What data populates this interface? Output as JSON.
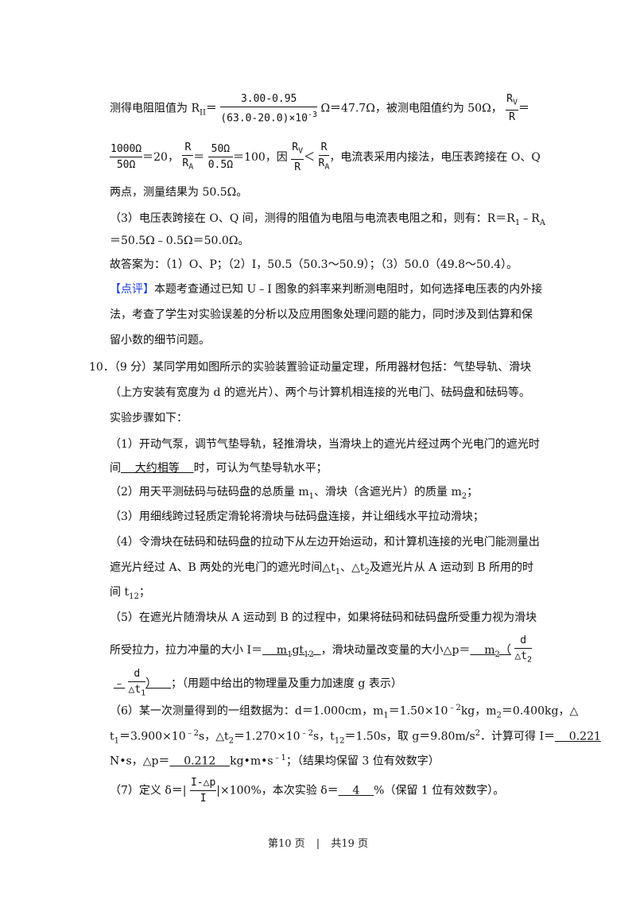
{
  "l1": {
    "pre": "测得电阻阻值为 R",
    "sub": "II",
    "eq": "＝",
    "num": "3.00-0.95",
    "den_a": "(63.0-20.0)×10",
    "den_exp": "-3",
    "post": "Ω＝47.7Ω，被测电阻值约为 50Ω，",
    "rv_num": "R",
    "rv_sub": "V",
    "rv_den": "R",
    "tail": "＝"
  },
  "l2": {
    "f1_num": "1000Ω",
    "f1_den": "50Ω",
    "a": "＝20，",
    "f2_num": "R",
    "f2_den": "R",
    "f2_den_sub": "A",
    "b": "＝",
    "f3_num": "50Ω",
    "f3_den": "0.5Ω",
    "c": "＝100，因",
    "f4_num": "R",
    "f4_num_sub": "V",
    "f4_den": "R",
    "lt": "＜",
    "f5_num": "R",
    "f5_den": "R",
    "f5_den_sub": "A",
    "d": "，电流表采用内接法，电压表跨接在 O、Q"
  },
  "l3": "两点，测量结果为 50.5Ω。",
  "l4": {
    "a": "（3）电压表跨接在 O、Q 间，测得的阻值为电阻与电流表电阻之和，则有：R＝R",
    "s1": "1",
    "b": "﹣R",
    "s2": "A"
  },
  "l5": "＝50.5Ω﹣0.5Ω＝50.0Ω。",
  "l6": "故答案为：（1）O、P；（2）Ⅰ，50.5（50.3～50.9）；（3）50.0（49.8～50.4）。",
  "l7": {
    "tag": "【点评】",
    "text": "本题考查通过已知 U﹣I 图象的斜率来判断测电阻时，如何选择电压表的内外接"
  },
  "l8": "法，考查了学生对实验误差的分析以及应用图象处理问题的能力，同时涉及到估算和保",
  "l9": "留小数的细节问题。",
  "l10": "10．（9 分）某同学用如图所示的实验装置验证动量定理，所用器材包括：气垫导轨、滑块",
  "l11": "（上方安装有宽度为 d 的遮光片）、两个与计算机相连接的光电门、砝码盘和砝码等。",
  "l12": "实验步骤如下：",
  "l13": "（1）开动气泵，调节气垫导轨，轻推滑块，当滑块上的遮光片经过两个光电门的遮光时",
  "l14": {
    "a": "间",
    "ans": "    大约相等    ",
    "b": "时，可认为气垫导轨水平；"
  },
  "l15": {
    "a": "（2）用天平测砝码与砝码盘的总质量 m",
    "s1": "1",
    "b": "、滑块（含遮光片）的质量 m",
    "s2": "2",
    "c": "；"
  },
  "l16": "（3）用细线跨过轻质定滑轮将滑块与砝码盘连接，并让细线水平拉动滑块；",
  "l17": "（4）令滑块在砝码和砝码盘的拉动下从左边开始运动，和计算机连接的光电门能测量出",
  "l18": {
    "a": "遮光片经过 A、B 两处的光电门的遮光时间△t",
    "s1": "1",
    "b": "、△t",
    "s2": "2",
    "c": "及遮光片从 A 运动到 B 所用的时"
  },
  "l19": {
    "a": "间 t",
    "s1": "12",
    "b": "；"
  },
  "l20": "（5）在遮光片随滑块从 A 运动到 B 的过程中，如果将砝码和砝码盘所受重力视为滑块",
  "l21": {
    "a": "所受拉力，拉力冲量的大小 I＝",
    "ans_a": "    m",
    "ans_s1": "1",
    "ans_b": "gt",
    "ans_s2": "12",
    "ans_c": "  ",
    "b": "，滑块动量改变量的大小△p＝",
    "ans2_a": "    m",
    "ans2_s": "2",
    "ans2_b": "（",
    "f_num": "d",
    "f_den": "△t",
    "f_den_sub": "2"
  },
  "l22": {
    "a": "﹣",
    "f_num": "d",
    "f_den": "△t",
    "f_den_sub": "1",
    "b": "）    ",
    "c": "；（用题中给出的物理量及重力加速度 g 表示）"
  },
  "l23": {
    "a": "（6）某一次测量得到的一组数据为：d＝1.000cm，m",
    "s1": "1",
    "b": "＝1.50×10",
    "e1": "﹣2",
    "c": "kg，m",
    "s2": "2",
    "d": "＝0.400kg，△"
  },
  "l24": {
    "a": "t",
    "s1": "1",
    "b": "＝3.900×10",
    "e1": "﹣2",
    "c": "s，△t",
    "s2": "2",
    "d": "＝1.270×10",
    "e2": "﹣2",
    "e": "s，t",
    "s3": "12",
    "f": "＝1.50s，取 g＝9.80m/s",
    "e3": "2",
    "g": "．计算可得 I＝",
    "ans": "    0.221"
  },
  "l25": {
    "a": "N•s，△p＝",
    "ans": "    0.212    ",
    "b": "kg•m•s",
    "e": "﹣1",
    "c": "；（结果均保留 3 位有效数字）"
  },
  "l26": {
    "a": "（7）定义 δ＝|",
    "f_num": "I-△p",
    "f_den": "I",
    "b": "|×100%，本次实验 δ＝",
    "ans": "    4    ",
    "c": "%（保留 1 位有效数字）。"
  },
  "footer": {
    "page": "第10 页",
    "sep": "|",
    "total": "共19 页"
  }
}
